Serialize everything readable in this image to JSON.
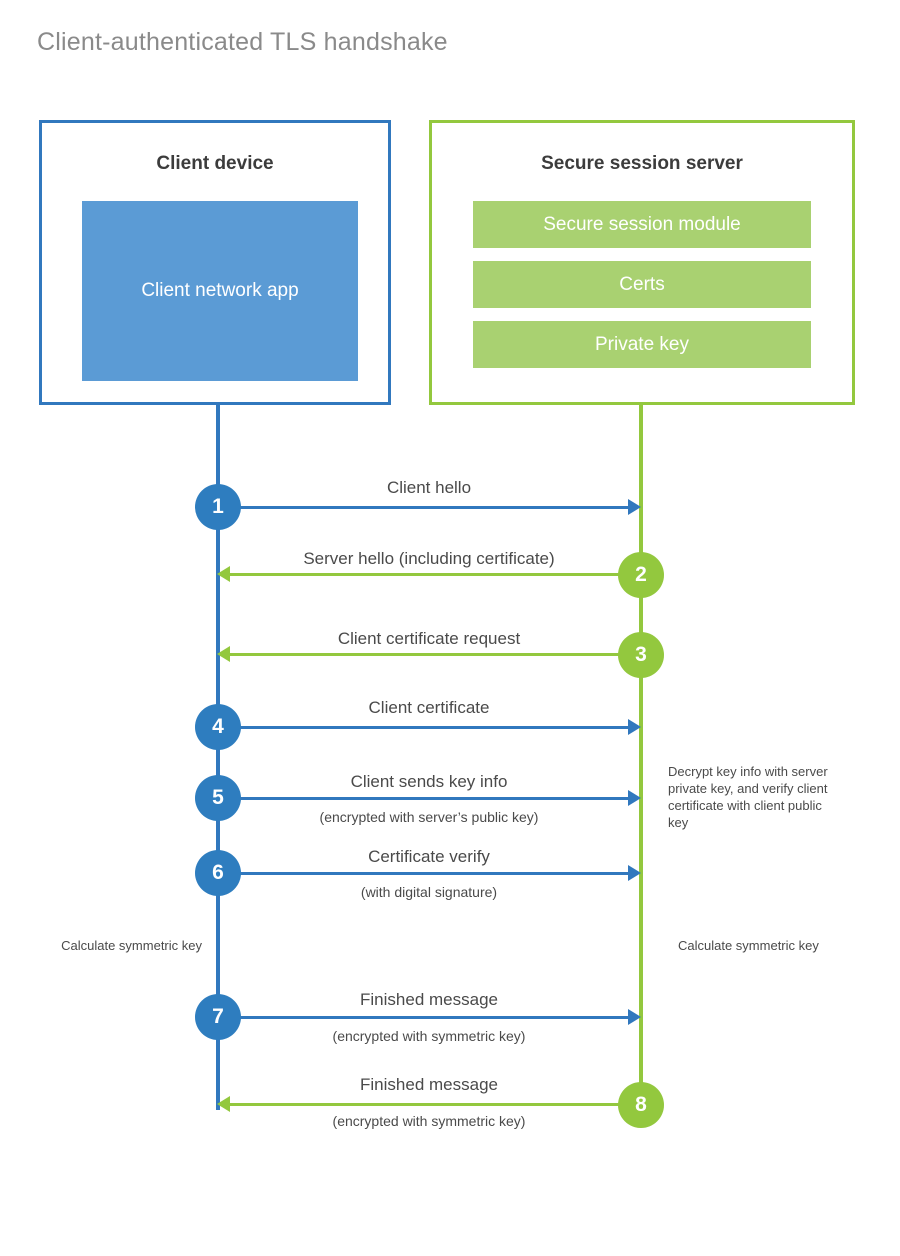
{
  "diagram": {
    "title": "Client-authenticated TLS handshake",
    "colors": {
      "client_border": "#3178be",
      "client_fill": "#5b9bd5",
      "server_border": "#93c83e",
      "server_fill": "#a9d171",
      "client_circle": "#2e7dbf",
      "server_circle": "#93c83e",
      "title_text": "#8a8a8a",
      "body_text": "#4a4a4a"
    },
    "actors": {
      "client": {
        "title": "Client device",
        "blocks": [
          {
            "label": "Client network app"
          }
        ]
      },
      "server": {
        "title": "Secure session server",
        "blocks": [
          {
            "label": "Secure session module"
          },
          {
            "label": "Certs"
          },
          {
            "label": "Private key"
          }
        ]
      }
    },
    "messages": [
      {
        "number": "1",
        "label": "Client hello",
        "sublabel": "",
        "direction": "client-to-server",
        "color": "blue"
      },
      {
        "number": "2",
        "label": "Server hello (including certificate)",
        "sublabel": "",
        "direction": "server-to-client",
        "color": "green"
      },
      {
        "number": "3",
        "label": "Client certificate request",
        "sublabel": "",
        "direction": "server-to-client",
        "color": "green"
      },
      {
        "number": "4",
        "label": "Client certificate",
        "sublabel": "",
        "direction": "client-to-server",
        "color": "blue"
      },
      {
        "number": "5",
        "label": "Client sends key info",
        "sublabel": "(encrypted with server’s public key)",
        "direction": "client-to-server",
        "color": "blue"
      },
      {
        "number": "6",
        "label": "Certificate verify",
        "sublabel": "(with digital signature)",
        "direction": "client-to-server",
        "color": "blue"
      },
      {
        "number": "7",
        "label": "Finished message",
        "sublabel": "(encrypted with symmetric key)",
        "direction": "client-to-server",
        "color": "blue"
      },
      {
        "number": "8",
        "label": "Finished message",
        "sublabel": "(encrypted with symmetric key)",
        "direction": "server-to-client",
        "color": "green"
      }
    ],
    "notes": {
      "server_decrypt": "Decrypt key info with server private key, and verify client certificate with client public key",
      "client_calculate": "Calculate symmetric key",
      "server_calculate": "Calculate symmetric key"
    }
  }
}
